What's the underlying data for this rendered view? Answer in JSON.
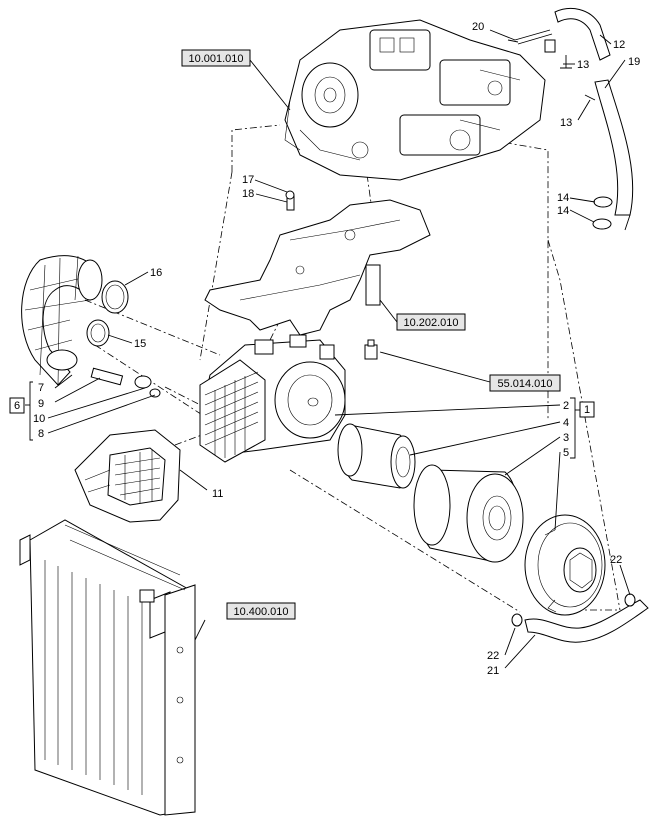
{
  "diagram": {
    "references": {
      "engine": "10.001.010",
      "bracket": "10.202.010",
      "sensor": "55.014.010",
      "radiator": "10.400.010"
    },
    "callouts": {
      "c1": "1",
      "c2": "2",
      "c3": "3",
      "c4": "4",
      "c5": "5",
      "c6": "6",
      "c7": "7",
      "c8": "8",
      "c9": "9",
      "c10": "10",
      "c11": "11",
      "c12": "12",
      "c13a": "13",
      "c13b": "13",
      "c14a": "14",
      "c14b": "14",
      "c15": "15",
      "c16": "16",
      "c17": "17",
      "c18": "18",
      "c19": "19",
      "c20": "20",
      "c21": "21",
      "c22a": "22",
      "c22b": "22"
    }
  }
}
